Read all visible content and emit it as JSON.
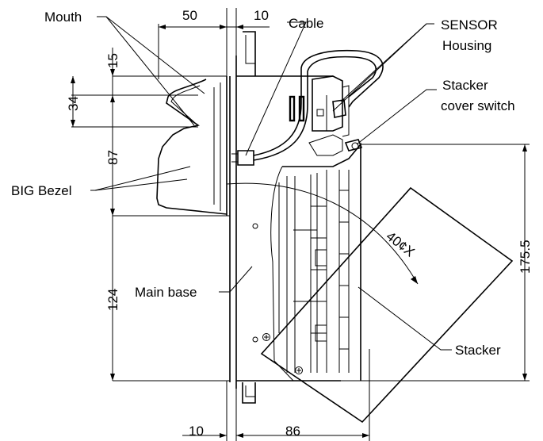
{
  "labels": {
    "mouth": "Mouth",
    "cable": "Cable",
    "sensor_line1": "SENSOR",
    "sensor_line2": "Housing",
    "stacker_cover_line1": "Stacker",
    "stacker_cover_line2": "cover switch",
    "big_bezel": "BIG Bezel",
    "main_base": "Main base",
    "stacker": "Stacker",
    "angle": "40¢X"
  },
  "dimensions": {
    "top_width": "50",
    "top_gap": "10",
    "left_15": "15",
    "left_34": "34",
    "left_87": "87",
    "left_124": "124",
    "right_height": "175.5",
    "bottom_gap": "10",
    "bottom_width": "86"
  }
}
